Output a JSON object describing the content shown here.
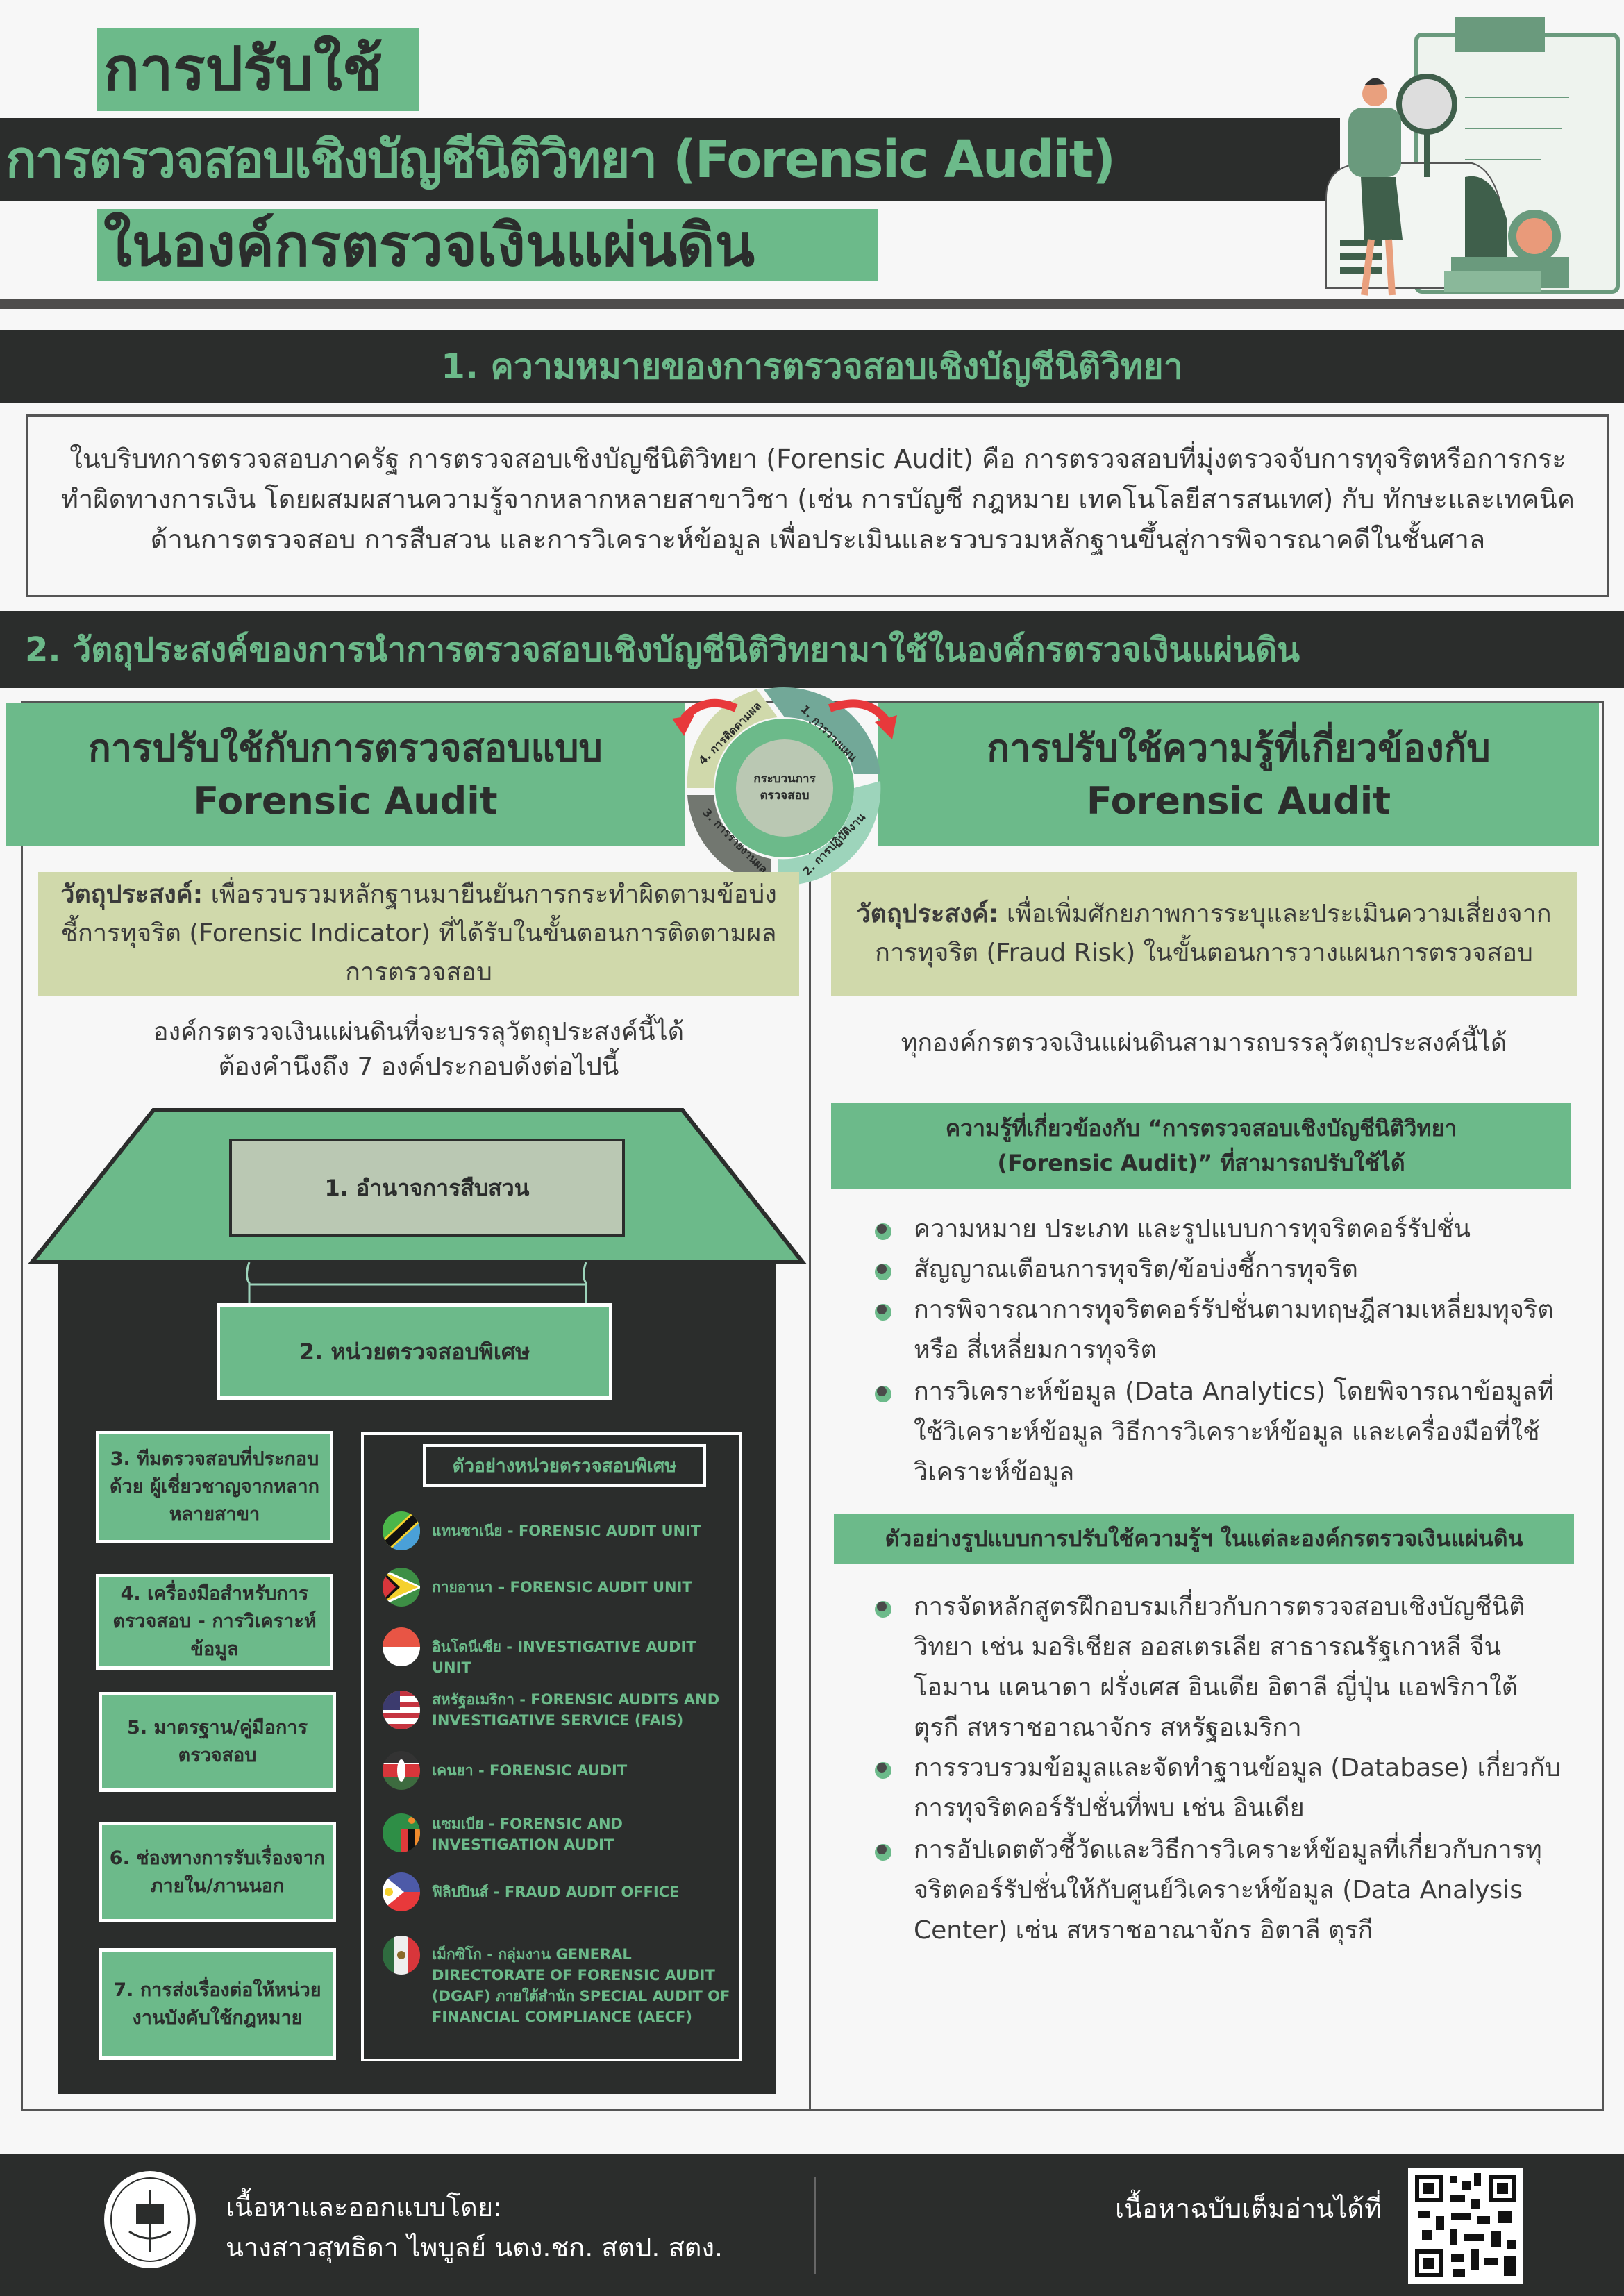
{
  "header": {
    "title_line1": "การปรับใช้",
    "title_line2": "การตรวจสอบเชิงบัญชีนิติวิทยา (Forensic Audit)",
    "title_line3": "ในองค์กรตรวจเงินแผ่นดิน"
  },
  "section1": {
    "heading": "1. ความหมายของการตรวจสอบเชิงบัญชีนิติวิทยา",
    "body": "ในบริบทการตรวจสอบภาครัฐ การตรวจสอบเชิงบัญชีนิติวิทยา (Forensic Audit) คือ การตรวจสอบที่มุ่งตรวจจับการทุจริตหรือการกระทำผิดทางการเงิน โดยผสมผสานความรู้จากหลากหลายสาขาวิชา (เช่น การบัญชี กฎหมาย เทคโนโลยีสารสนเทศ) กับ ทักษะและเทคนิคด้านการตรวจสอบ การสืบสวน และการวิเคราะห์ข้อมูล เพื่อประเมินและรวบรวมหลักฐานขึ้นสู่การพิจารณาคดีในชั้นศาล"
  },
  "section2": {
    "heading": "2. วัตถุประสงค์ของการนำการตรวจสอบเชิงบัญชีนิติวิทยามาใช้ในองค์กรตรวจเงินแผ่นดิน"
  },
  "cycle": {
    "center": "กระบวนการตรวจสอบ",
    "steps": [
      "1. การวางแผน",
      "2. การปฏิบัติงาน",
      "3. การรายงานผล",
      "4. การติดตามผล"
    ]
  },
  "left": {
    "heading": "การปรับใช้กับการตรวจสอบแบบ Forensic Audit",
    "objective_label": "วัตถุประสงค์:",
    "objective_text": "เพื่อรวบรวมหลักฐานมายืนยันการกระทำผิดตามข้อบ่งชี้การทุจริต (Forensic Indicator) ที่ได้รับในขั้นตอนการติดตามผลการตรวจสอบ",
    "intro_line1": "องค์กรตรวจเงินแผ่นดินที่จะบรรลุวัตถุประสงค์นี้ได้",
    "intro_line2": "ต้องคำนึงถึง 7 องค์ประกอบดังต่อไปนี้",
    "components": [
      "1. อำนาจการสืบสวน",
      "2. หน่วยตรวจสอบพิเศษ",
      "3. ทีมตรวจสอบที่ประกอบด้วย ผู้เชี่ยวชาญจากหลากหลายสาขา",
      "4. เครื่องมือสำหรับการตรวจสอบ - การวิเคราะห์ข้อมูล",
      "5. มาตรฐาน/คู่มือการตรวจสอบ",
      "6. ช่องทางการรับเรื่องจากภายใน/ภานนอก",
      "7. การส่งเรื่องต่อให้หน่วยงานบังคับใช้กฎหมาย"
    ],
    "examples_title": "ตัวอย่างหน่วยตรวจสอบพิเศษ",
    "examples": [
      {
        "flag": "tanzania-flag",
        "text": "แทนซาเนีย - FORENSIC AUDIT UNIT"
      },
      {
        "flag": "guyana-flag",
        "text": "กายอานา – FORENSIC AUDIT UNIT"
      },
      {
        "flag": "indonesia-flag",
        "text": "อินโดนีเซีย - INVESTIGATIVE AUDIT UNIT"
      },
      {
        "flag": "usa-flag",
        "text": "สหรัฐอเมริกา - FORENSIC AUDITS AND INVESTIGATIVE SERVICE (FAIS)"
      },
      {
        "flag": "kenya-flag",
        "text": "เคนยา - FORENSIC AUDIT"
      },
      {
        "flag": "zambia-flag",
        "text": "แซมเบีย - FORENSIC AND INVESTIGATION AUDIT"
      },
      {
        "flag": "philippines-flag",
        "text": "ฟิลิปปินส์ - FRAUD AUDIT OFFICE"
      },
      {
        "flag": "mexico-flag",
        "text": "เม็กซิโก - กลุ่มงาน GENERAL DIRECTORATE OF FORENSIC AUDIT (DGAF) ภายใต้สำนัก SPECIAL AUDIT OF FINANCIAL COMPLIANCE (AECF)"
      }
    ]
  },
  "right": {
    "heading": "การปรับใช้ความรู้ที่เกี่ยวข้องกับ Forensic Audit",
    "objective_label": "วัตถุประสงค์:",
    "objective_text": "เพื่อเพิ่มศักยภาพการระบุและประเมินความเสี่ยงจากการทุจริต (Fraud Risk) ในขั้นตอนการวางแผนการตรวจสอบ",
    "intro": "ทุกองค์กรตรวจเงินแผ่นดินสามารถบรรลุวัตถุประสงค์นี้ได้",
    "knowledge_heading": "ความรู้ที่เกี่ยวข้องกับ “การตรวจสอบเชิงบัญชีนิติวิทยา (Forensic Audit)” ที่สามารถปรับใช้ได้",
    "knowledge_items": [
      "ความหมาย ประเภท และรูปแบบการทุจริตคอร์รัปชั่น",
      "สัญญาณเตือนการทุจริต/ข้อบ่งชี้การทุจริต",
      "การพิจารณาการทุจริตคอร์รัปชั่นตามทฤษฎีสามเหลี่ยมทุจริต หรือ สี่เหลี่ยมการทุจริต",
      "การวิเคราะห์ข้อมูล (Data Analytics) โดยพิจารณาข้อมูลที่ใช้วิเคราะห์ข้อมูล วิธีการวิเคราะห์ข้อมูล และเครื่องมือที่ใช้วิเคราะห์ข้อมูล"
    ],
    "examples_heading": "ตัวอย่างรูปแบบการปรับใช้ความรู้ฯ ในแต่ละองค์กรตรวจเงินแผ่นดิน",
    "example_items": [
      "การจัดหลักสูตรฝึกอบรมเกี่ยวกับการตรวจสอบเชิงบัญชีนิติวิทยา เช่น มอริเชียส ออสเตรเลีย สาธารณรัฐเกาหลี จีน โอมาน แคนาดา ฝรั่งเศส อินเดีย อิตาลี ญี่ปุ่น แอฟริกาใต้ ตุรกี สหราชอาณาจักร สหรัฐอเมริกา",
      "การรวบรวมข้อมูลและจัดทำฐานข้อมูล (Database) เกี่ยวกับ การทุจริตคอร์รัปชั่นที่พบ เช่น อินเดีย",
      "การอัปเดตตัวชี้วัดและวิธีการวิเคราะห์ข้อมูลที่เกี่ยวกับการทุจริตคอร์รัปชั่นให้กับศูนย์วิเคราะห์ข้อมูล (Data Analysis Center) เช่น สหราชอาณาจักร อิตาลี ตุรกี"
    ]
  },
  "footer": {
    "credit_label": "เนื้อหาและออกแบบโดย:",
    "credit_name": "นางสาวสุทธิดา ไพบูลย์ นตง.ชก. สตป. สตง.",
    "qr_label": "เนื้อหาฉบับเต็มอ่านได้ที่"
  },
  "colors": {
    "green": "#6cba8a",
    "dark": "#2b2d2c",
    "cream": "#d0d9ab",
    "arrow": "#e8393b"
  }
}
